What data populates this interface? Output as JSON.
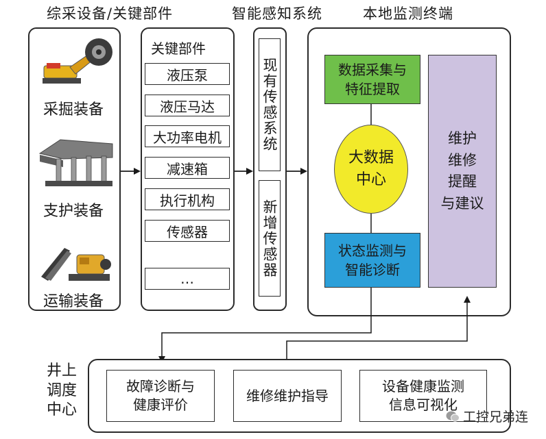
{
  "headers": {
    "equipment": "综采设备/关键部件",
    "perception": "智能感知系统",
    "terminal": "本地监测终端"
  },
  "equipment": [
    {
      "label": "采掘装备",
      "icon": "shearer-machine-icon"
    },
    {
      "label": "支护装备",
      "icon": "hydraulic-support-icon"
    },
    {
      "label": "运输装备",
      "icon": "conveyor-icon"
    }
  ],
  "parts": {
    "title": "关键部件",
    "items": [
      "液压泵",
      "液压马达",
      "大功率电机",
      "减速箱",
      "执行机构",
      "传感器",
      "…"
    ]
  },
  "sensors": {
    "existing": "现有传感系统",
    "new": "新增传感器"
  },
  "terminal": {
    "acquisition": "数据采集与\n特征提取",
    "bigdata": "大数据\n中心",
    "monitoring": "状态监测与\n智能诊断",
    "maintenance": "维护\n维修\n提醒\n与建议"
  },
  "dispatch": {
    "label": "井上\n调度\n中心",
    "items": [
      "故障诊断与\n健康评价",
      "维修维护指导",
      "设备健康监测\n信息可视化"
    ]
  },
  "watermark": "工控兄弟连",
  "colors": {
    "acquisition": "#6fbf4a",
    "bigdata": "#f2ea2a",
    "monitoring": "#2b9fd9",
    "maintenance": "#cdc2e0"
  }
}
